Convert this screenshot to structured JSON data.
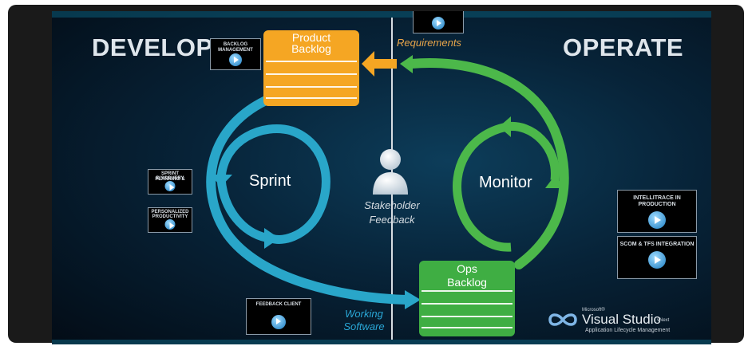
{
  "labels": {
    "develop": "DEVELOP",
    "operate": "OPERATE",
    "product_backlog": "Product Backlog",
    "ops_backlog_line1": "Ops",
    "ops_backlog_line2": "Backlog",
    "sprint": "Sprint",
    "monitor": "Monitor",
    "requirements": "Requirements",
    "stakeholder": "Stakeholder",
    "feedback": "Feedback",
    "working": "Working",
    "software": "Software"
  },
  "thumbnails": {
    "backlog_management": "BACKLOG MANAGEMENT",
    "sprint_planning_line1": "SPRINT PLANNING &",
    "sprint_planning_line2": "DISCOVERY",
    "personalized_line1": "PERSONALIZED",
    "personalized_line2": "PRODUCTIVITY",
    "feedback_client": "FEEDBACK CLIENT",
    "intellitrace_line1": "INTELLITRACE IN",
    "intellitrace_line2": "PRODUCTION",
    "scom_tfs": "SCOM & TFS INTEGRATION"
  },
  "branding": {
    "microsoft": "Microsoft®",
    "product": "Visual Studio",
    "vnext": "vNext",
    "tagline": "Application Lifecycle Management"
  },
  "colors": {
    "develop_cycle": "#29a6c9",
    "operate_cycle": "#4cb84a",
    "product_backlog": "#f5a623",
    "ops_backlog": "#3fae43",
    "requirements_text": "#e9a64a",
    "working_software_text": "#2aa7d6"
  }
}
